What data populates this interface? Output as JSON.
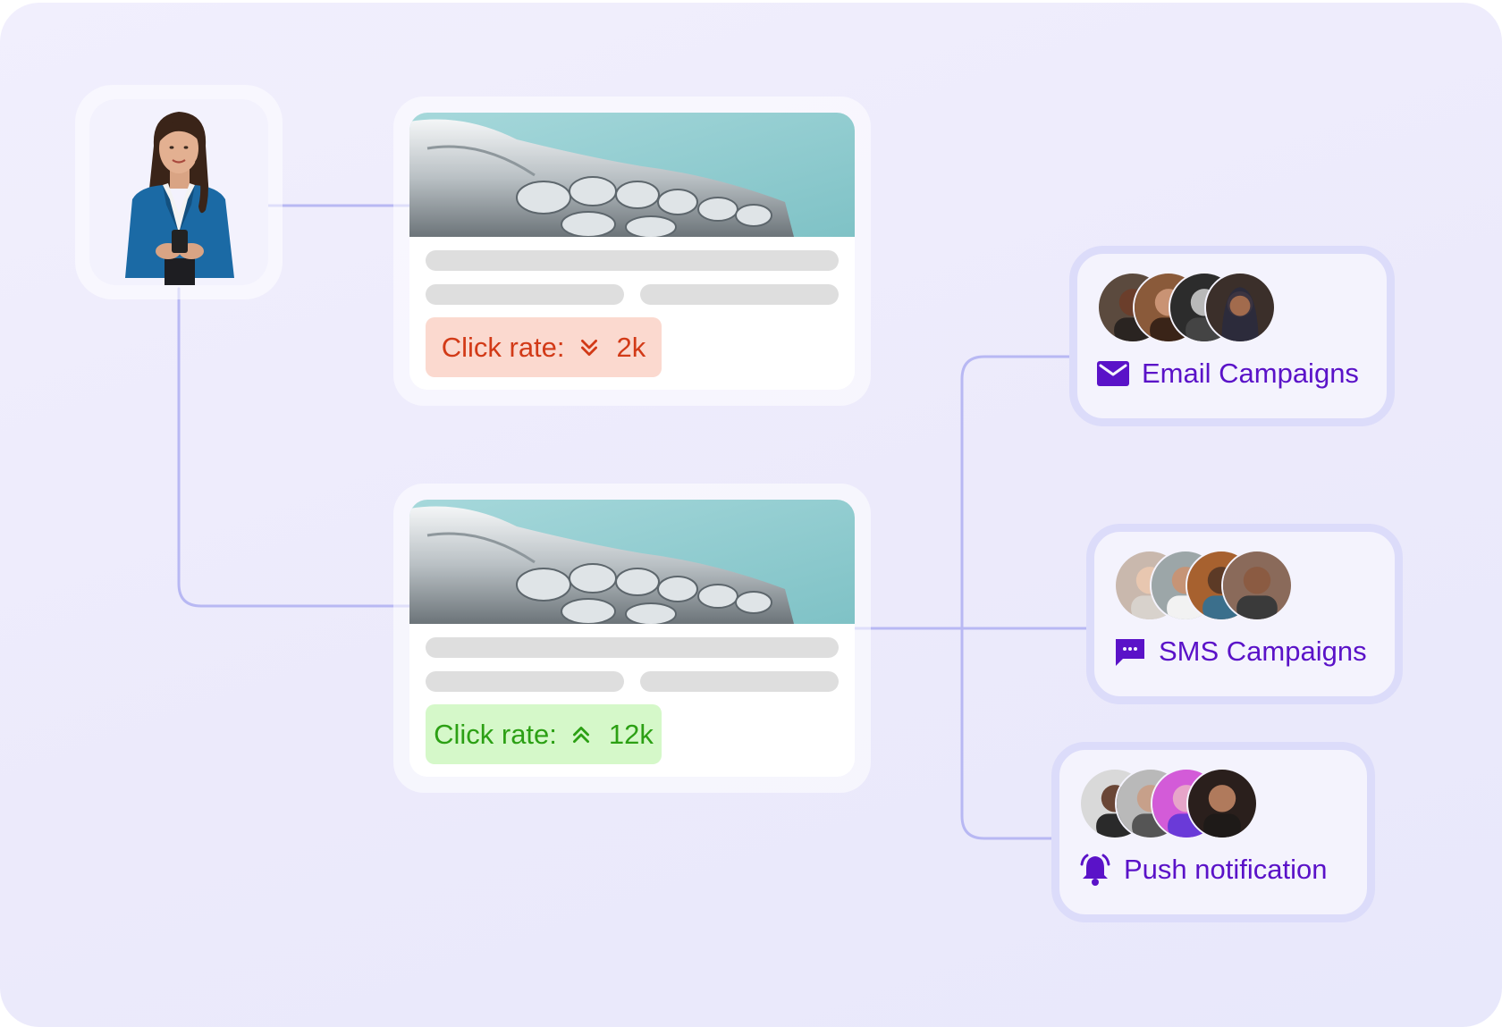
{
  "colors": {
    "connector": "#b8b8f3",
    "accent": "#5a12c8",
    "negative": "#d23a17",
    "positive": "#2ca014"
  },
  "content_cards": [
    {
      "badge_label": "Click rate:",
      "badge_value": "2k",
      "trend": "down",
      "trend_icon": "double-chevron-down-icon"
    },
    {
      "badge_label": "Click rate:",
      "badge_value": "12k",
      "trend": "up",
      "trend_icon": "double-chevron-up-icon"
    }
  ],
  "channels": {
    "email": {
      "label": "Email Campaigns",
      "icon": "envelope-icon"
    },
    "sms": {
      "label": "SMS Campaigns",
      "icon": "chat-bubble-icon"
    },
    "push": {
      "label": "Push notification",
      "icon": "bell-icon"
    }
  }
}
